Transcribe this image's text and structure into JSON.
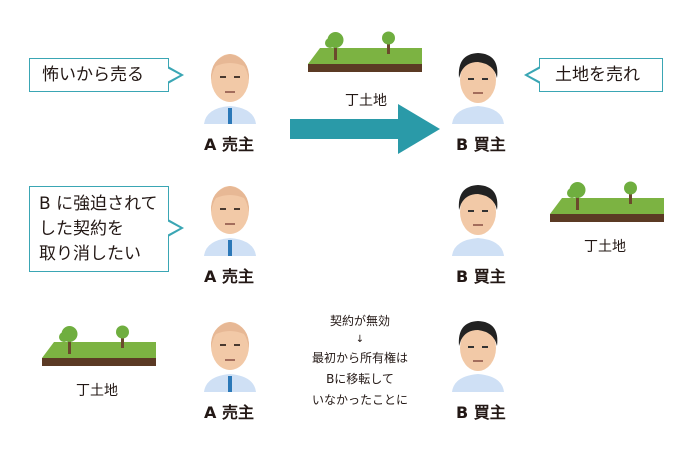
{
  "colors": {
    "teal": "#2a9aa8",
    "bubble_border": "#3aa6b4",
    "grass": "#7cb342",
    "soil": "#5b3a24",
    "tree": "#6fae3f",
    "trunk": "#6b4a2c",
    "skin": "#f2c9a7",
    "shirt": "#cfe0f5",
    "tie": "#2b78b8"
  },
  "row1": {
    "seller_bubble": "怖いから売る",
    "buyer_bubble": "土地を売れ",
    "land_label": "丁土地",
    "seller_label": "A  売主",
    "buyer_label": "B  買主"
  },
  "row2": {
    "seller_bubble_lines": [
      "B に強迫されて",
      "した契約を",
      "取り消したい"
    ],
    "seller_label": "A  売主",
    "buyer_label": "B  買主",
    "land_label": "丁土地"
  },
  "row3": {
    "land_label": "丁土地",
    "seller_label": "A  売主",
    "buyer_label": "B  買主",
    "note_lines": [
      "契約が無効",
      "↓",
      "最初から所有権は",
      "Bに移転して",
      "いなかったことに"
    ]
  },
  "icons": [
    "land-plot-icon",
    "transfer-arrow-icon",
    "seller-person-icon",
    "buyer-person-icon"
  ]
}
